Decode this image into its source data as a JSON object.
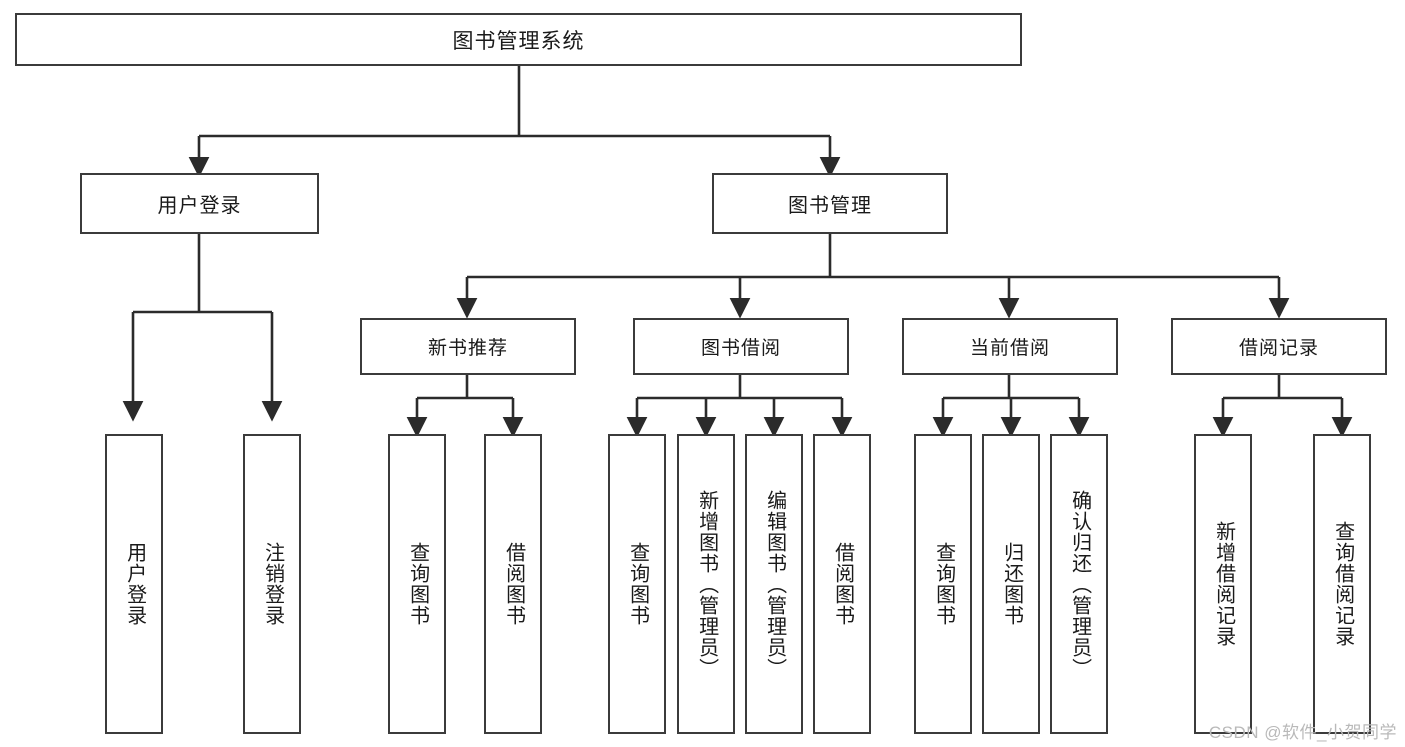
{
  "diagram": {
    "title": "图书管理系统",
    "watermark": "CSDN @软件_小贺同学",
    "colors": {
      "box_border": "#3b3b3b",
      "connector": "#2b2b2b",
      "background": "#ffffff",
      "text": "#1a1a1a",
      "watermark": "#b9b9b9"
    },
    "root": {
      "label": "图书管理系统"
    },
    "level1": [
      {
        "label": "用户登录"
      },
      {
        "label": "图书管理"
      }
    ],
    "level2": [
      {
        "label": "新书推荐"
      },
      {
        "label": "图书借阅"
      },
      {
        "label": "当前借阅"
      },
      {
        "label": "借阅记录"
      }
    ],
    "leaves": {
      "user_login": [
        {
          "label": "用户登录"
        },
        {
          "label": "注销登录"
        }
      ],
      "new_book_recommend": [
        {
          "label": "查询图书"
        },
        {
          "label": "借阅图书"
        }
      ],
      "book_borrow": [
        {
          "label": "查询图书"
        },
        {
          "label": "新增图书（管理员）"
        },
        {
          "label": "编辑图书（管理员）"
        },
        {
          "label": "借阅图书"
        }
      ],
      "current_borrow": [
        {
          "label": "查询图书"
        },
        {
          "label": "归还图书"
        },
        {
          "label": "确认归还（管理员）"
        }
      ],
      "borrow_record": [
        {
          "label": "新增借阅记录"
        },
        {
          "label": "查询借阅记录"
        }
      ]
    }
  }
}
